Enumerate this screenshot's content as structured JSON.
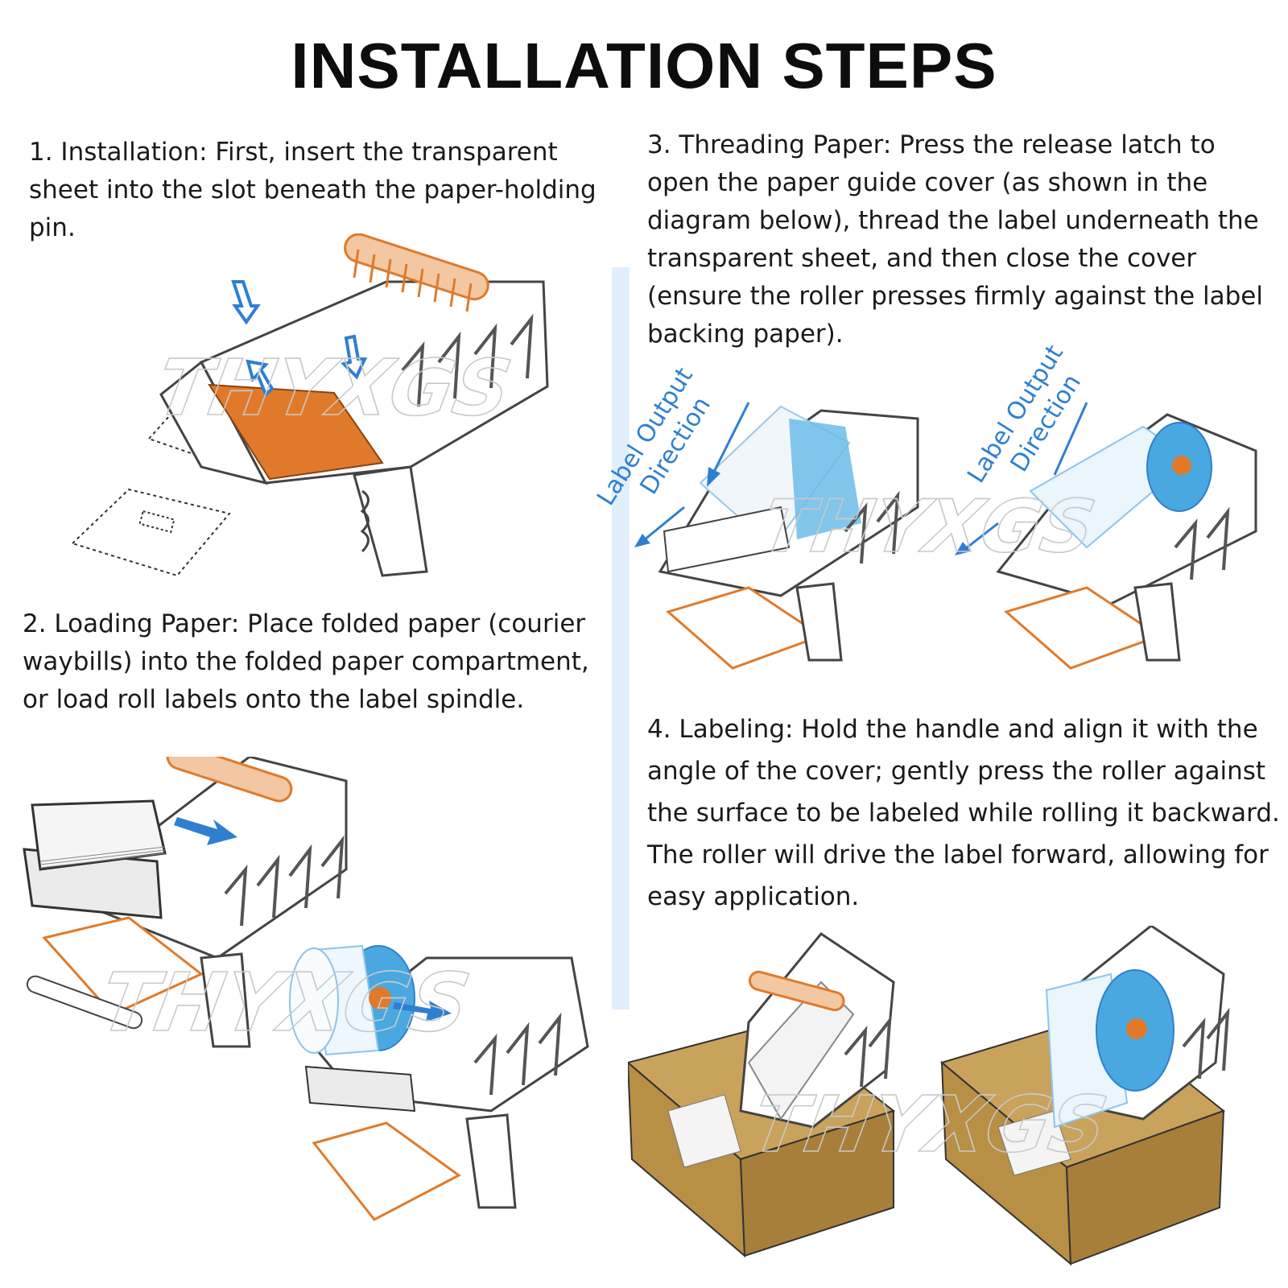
{
  "title": "INSTALLATION STEPS",
  "steps": [
    {
      "text": "1. Installation: First, insert the transparent sheet into the slot beneath the paper-holding pin."
    },
    {
      "text": "2. Loading Paper: Place folded paper (courier waybills) into the folded paper compartment, or load roll labels onto the label spindle."
    },
    {
      "text": "3. Threading Paper: Press the release latch to open the paper guide cover (as shown in the diagram below), thread the label underneath the transparent sheet, and then close the cover (ensure the roller presses firmly against the label backing paper)."
    },
    {
      "text": "4. Labeling: Hold the handle and align it with the angle of the cover; gently press the roller against the surface to be labeled while rolling it backward. The roller will drive the label forward, allowing for easy application."
    }
  ],
  "direction_labels": {
    "left": [
      "Label Output",
      "Direction"
    ],
    "right": [
      "Label Output",
      "Direction"
    ]
  },
  "watermark": "THYXGS",
  "colors": {
    "accent_orange": "#e07a2a",
    "label_blue": "#4aa8e0",
    "cardboard": "#c9a25c",
    "text": "#1a1a1a"
  }
}
